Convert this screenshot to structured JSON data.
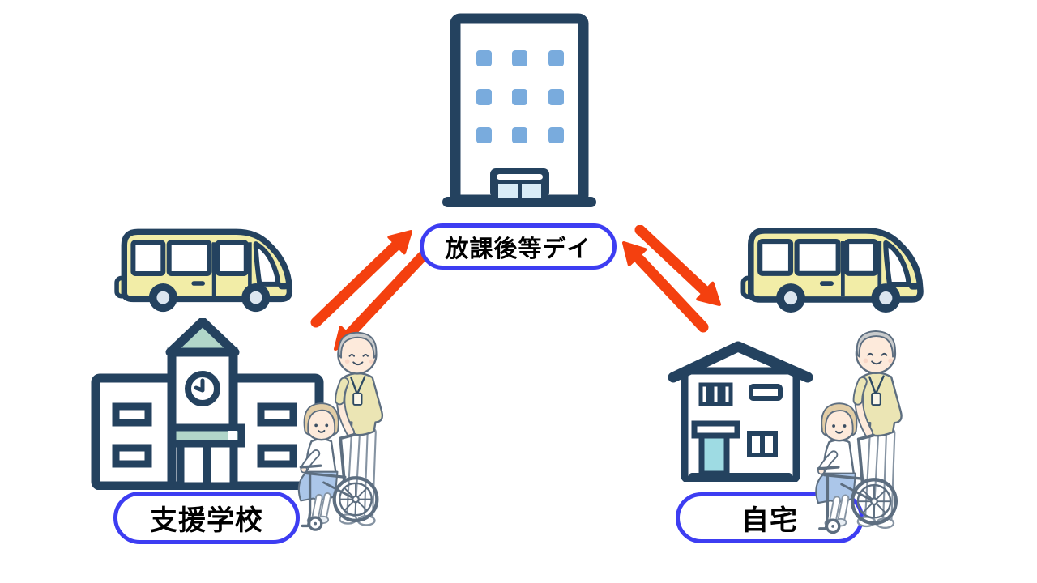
{
  "diagram": {
    "description": "Transport flow between support school, after-school day service and home, with shuttle buses and caregivers pushing children in wheelchairs",
    "nodes": {
      "day_service": {
        "label": "放課後等デイ",
        "icon": "office-building-icon"
      },
      "school": {
        "label": "支援学校",
        "icon": "school-building-icon"
      },
      "home": {
        "label": "自宅",
        "icon": "house-icon"
      }
    },
    "connections": [
      {
        "from": "school",
        "to": "day_service",
        "style": "two-way-orange-arrows"
      },
      {
        "from": "home",
        "to": "day_service",
        "style": "two-way-orange-arrows"
      }
    ],
    "icons": [
      "office-building-icon",
      "school-building-icon",
      "house-icon",
      "shuttle-bus-icon-left",
      "shuttle-bus-icon-right",
      "caregiver-wheelchair-icon-left",
      "caregiver-wheelchair-icon-right",
      "double-arrow-left",
      "double-arrow-right"
    ],
    "colors": {
      "background": "#ffffff",
      "outline_navy": "#24425f",
      "window_blue": "#79abdd",
      "window_pane_light": "#d9ecf7",
      "bus_yellow": "#f2eda7",
      "roof_teal": "#b1d6c9",
      "door_cyan": "#9edbe3",
      "arrow_orange": "#f4400f",
      "label_border_blue": "#3d3df2",
      "label_text": "#000000",
      "people_outline": "#5d6e80",
      "skin": "#fdeadb",
      "hair_gray": "#c9cbcc",
      "hair_tan": "#e2cda6",
      "shirt_khaki": "#ebe5b4",
      "blanket_blue": "#abc6e9"
    }
  }
}
